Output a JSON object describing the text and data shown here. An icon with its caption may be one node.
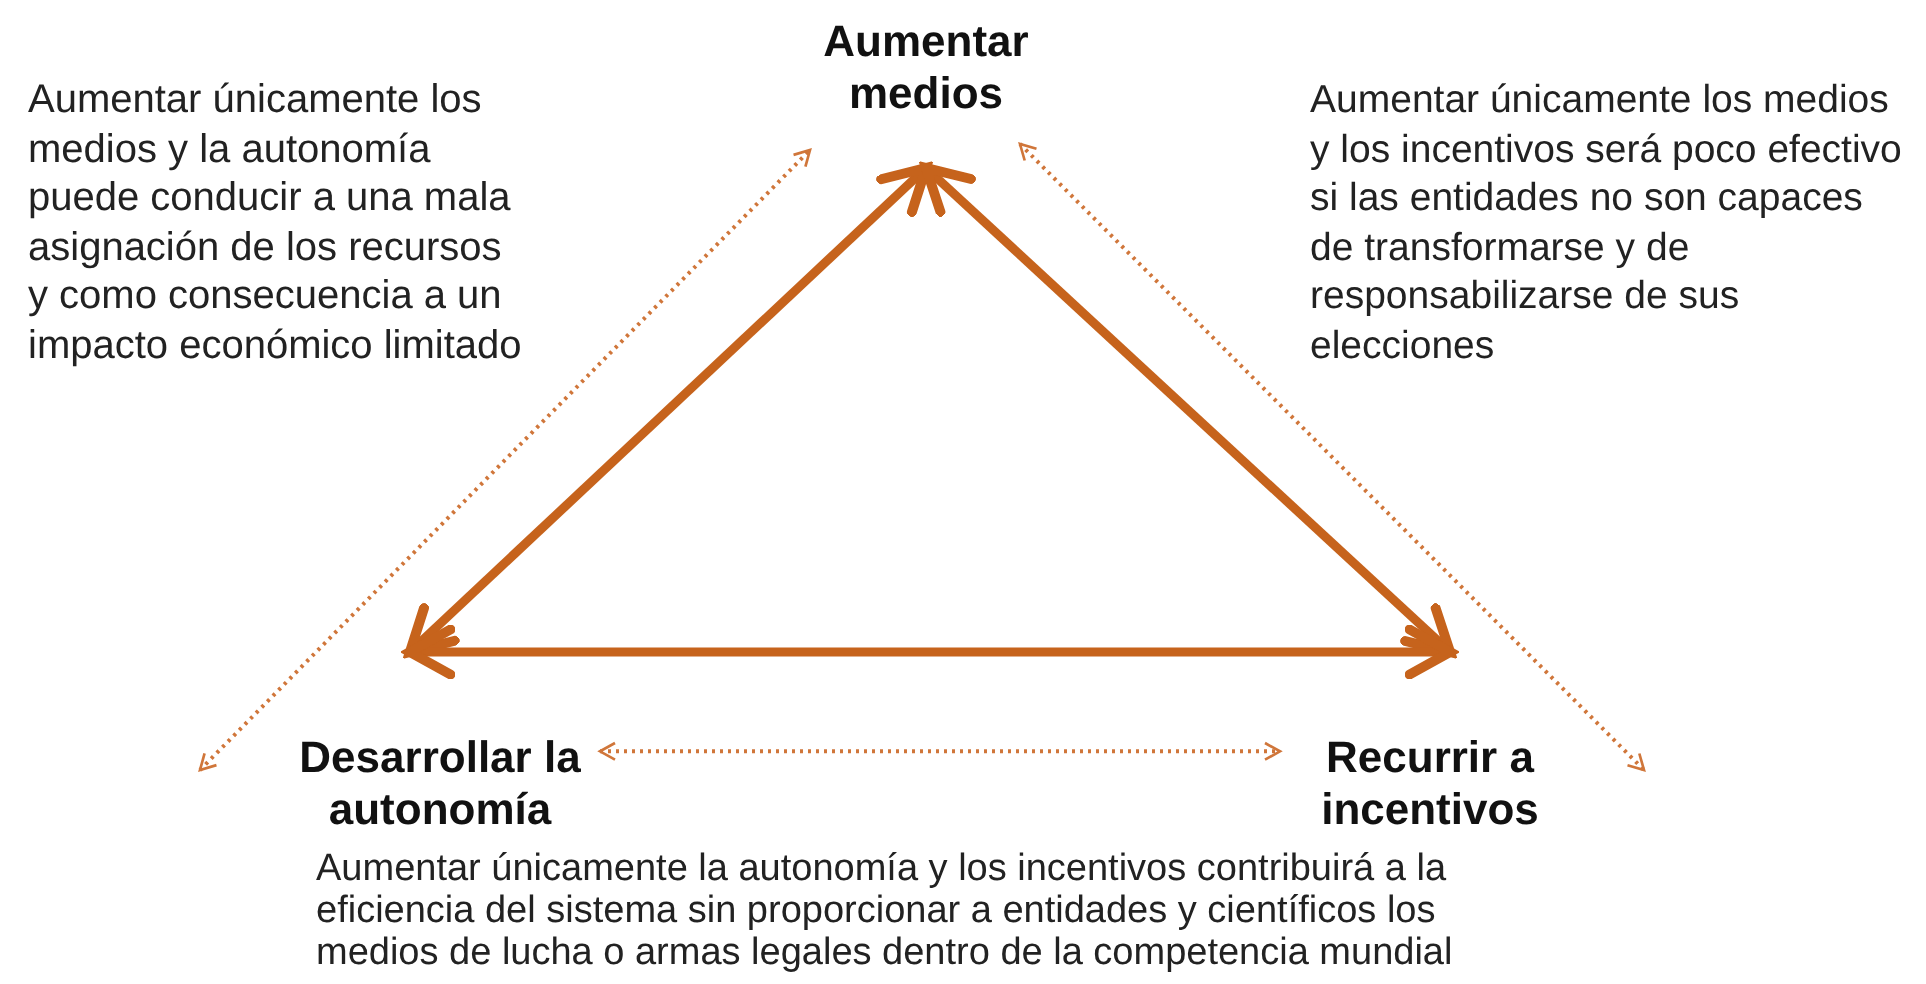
{
  "diagram": {
    "nodes": [
      {
        "text": [
          "Aumentar medios"
        ]
      },
      {
        "text": [
          "Desarrollar la autonomía"
        ]
      },
      {
        "text": [
          "Recurrir a incentivos"
        ]
      }
    ],
    "edges": [
      {
        "from": 0,
        "to": 1,
        "arrow": "both"
      },
      {
        "from": 0,
        "to": 2,
        "arrow": "both"
      },
      {
        "from": 1,
        "to": 2,
        "arrow": "both"
      },
      {
        "from": 1,
        "to": 2,
        "arrow": "both",
        "style": "dashed"
      }
    ],
    "labels": [
      "Aumentar únicamente los medios y la autonomía puede conducir a una mala asignación de los recursos y como consecuencia a un impacto económico limitado",
      "Aumentar únicamente los medios y los incentivos será poco efectivo si las entidades no son capaces de transformarse y de responsabilizarse de sus elecciones",
      "Aumentar únicamente la autonomía y los incentivos contribuirá a la eficiencia del sistema sin proporcionar a  entidades y científicos los medios de lucha o armas legales dentro de la competencia mundial"
    ]
  }
}
